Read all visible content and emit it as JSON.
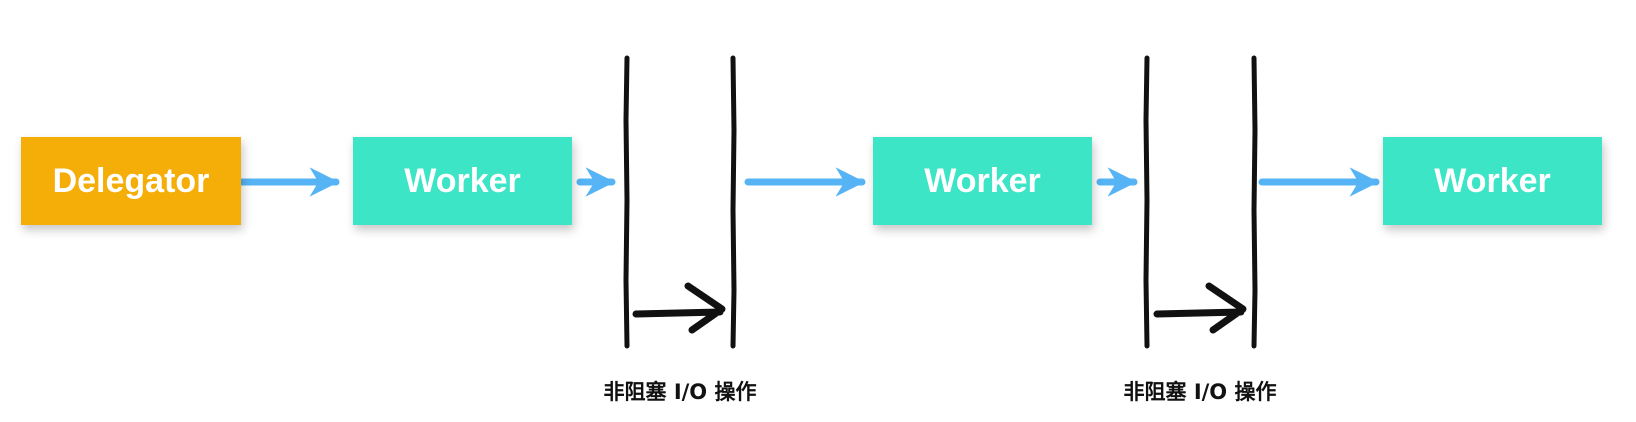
{
  "nodes": {
    "delegator": {
      "label": "Delegator"
    },
    "workers": [
      {
        "label": "Worker"
      },
      {
        "label": "Worker"
      },
      {
        "label": "Worker"
      }
    ]
  },
  "io_blocks": [
    {
      "caption": "非阻塞 I/O 操作"
    },
    {
      "caption": "非阻塞 I/O 操作"
    }
  ],
  "colors": {
    "delegator": "#F4AE07",
    "worker": "#3BE5C6",
    "flow_arrow": "#56B4F5",
    "io_ink": "#111111"
  }
}
